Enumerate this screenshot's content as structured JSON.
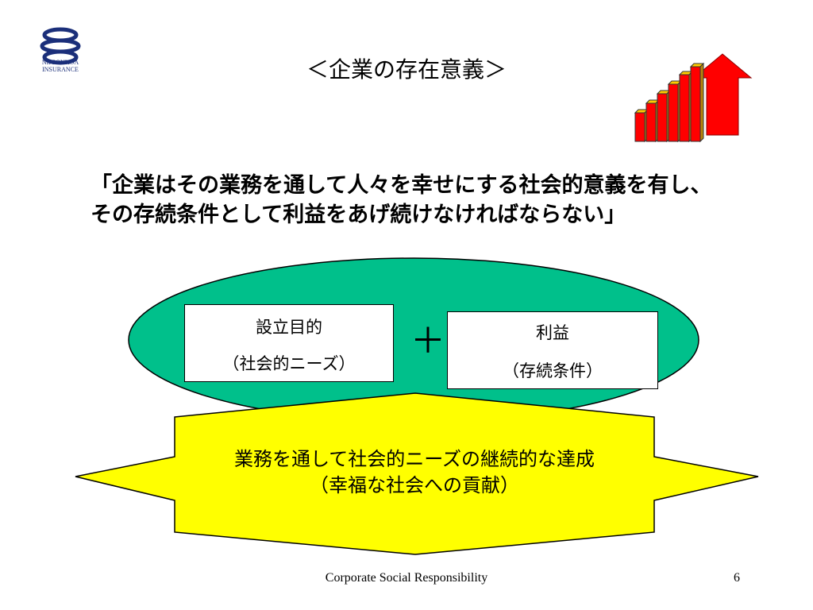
{
  "logo": {
    "text": "NIPPONKOA\nINSURANCE"
  },
  "title": "＜企業の存在意義＞",
  "statement": "「企業はその業務を通して人々を幸せにする社会的意義を有し、その存続条件として利益をあげ続けなければならない」",
  "diagram": {
    "left_box": {
      "line1": "設立目的",
      "line2": "（社会的ニーズ）"
    },
    "plus": "＋",
    "right_box": {
      "line1": "利益",
      "line2": "（存続条件）"
    },
    "result": {
      "line1": "業務を通して社会的ニーズの継続的な達成",
      "line2": "（幸福な社会への貢献）"
    }
  },
  "colors": {
    "ellipse": "#00c08b",
    "result_fill": "#ffff00",
    "arrow_red": "#ff0000",
    "bar_yellow": "#ffcc00",
    "logo_blue": "#1b2f7a"
  },
  "footer": {
    "text": "Corporate Social Responsibility",
    "page": "6"
  }
}
